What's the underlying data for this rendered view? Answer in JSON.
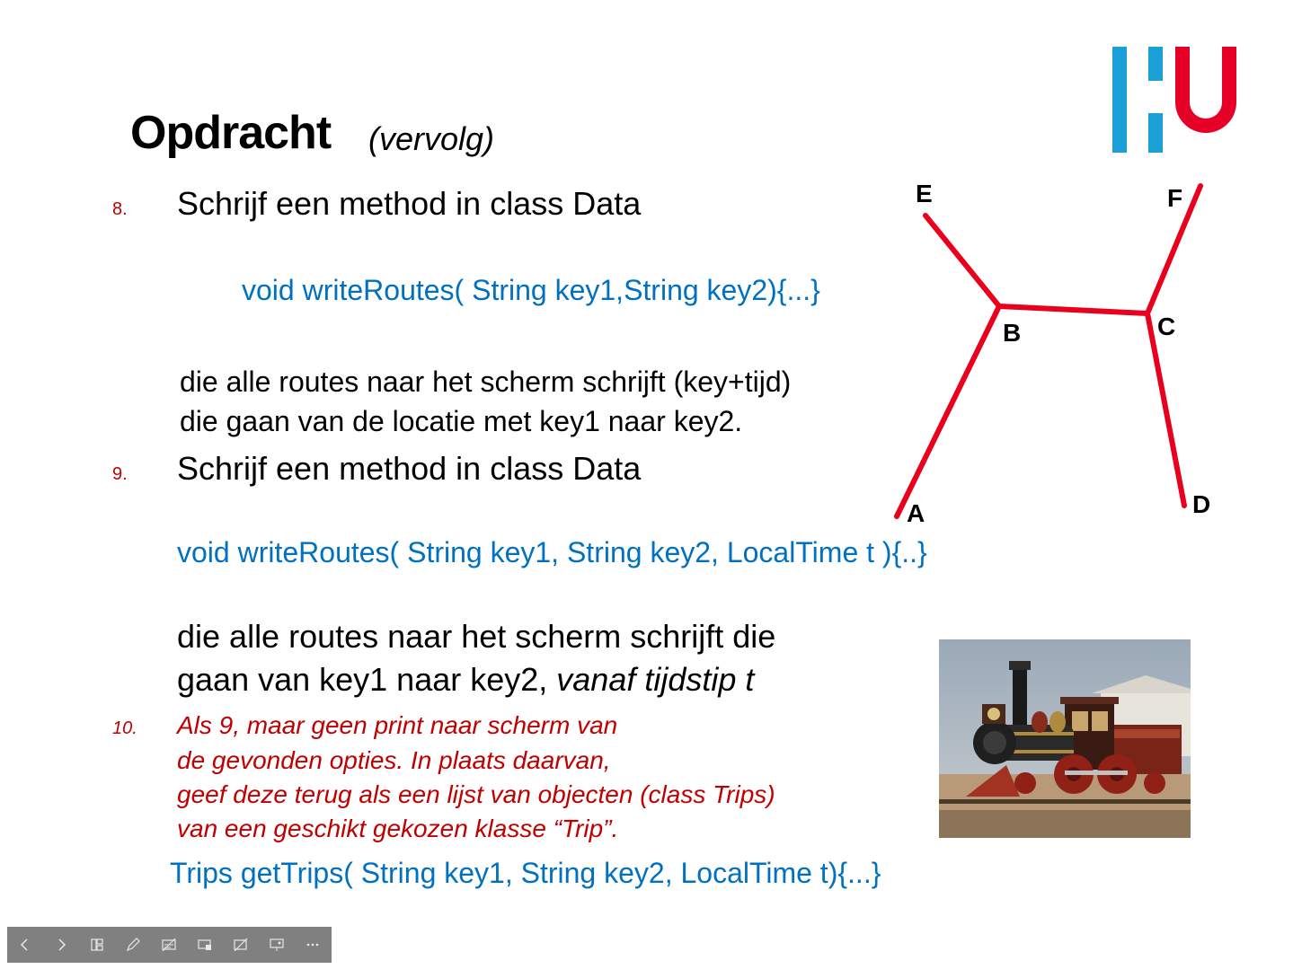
{
  "slide": {
    "title": "Opdracht",
    "subtitle": "(vervolg)"
  },
  "items": {
    "n8": "8.",
    "t8": "Schrijf een method in class Data",
    "c8": "void writeRoutes( String key1,String key2){...}",
    "d8_line1": "die alle routes naar het scherm schrijft (key+tijd)",
    "d8_line2": "die gaan van de locatie met key1 naar key2.",
    "n9": "9.",
    "t9": "Schrijf een method in class Data",
    "c9": "void writeRoutes( String key1, String key2, LocalTime t ){..}",
    "d9_line1": "die alle routes naar het scherm schrijft die",
    "d9_line2_a": "gaan van key1 naar key2, ",
    "d9_line2_b": "vanaf tijdstip t",
    "n10": "10.",
    "t10_line1": "Als 9, maar geen print naar scherm van",
    "t10_line2": "de gevonden opties. In plaats daarvan,",
    "t10_line3": "geef deze terug als een lijst van objecten (class Trips)",
    "t10_line4": "van een geschikt gekozen klasse “Trip”.",
    "c10": "Trips getTrips( String key1, String key2, LocalTime t){...}"
  },
  "diagram": {
    "edge_color": "#e8001c",
    "labels": {
      "A": "A",
      "B": "B",
      "C": "C",
      "D": "D",
      "E": "E",
      "F": "F"
    }
  },
  "logo": {
    "blue": "#1a9fd6",
    "red": "#e60028"
  },
  "toolbar": {
    "buttons": [
      "previous-icon",
      "next-icon",
      "slides-overview-icon",
      "pen-icon",
      "subtitles-icon",
      "screen-icon",
      "no-subtitles-icon",
      "presenter-view-icon",
      "more-icon"
    ]
  }
}
